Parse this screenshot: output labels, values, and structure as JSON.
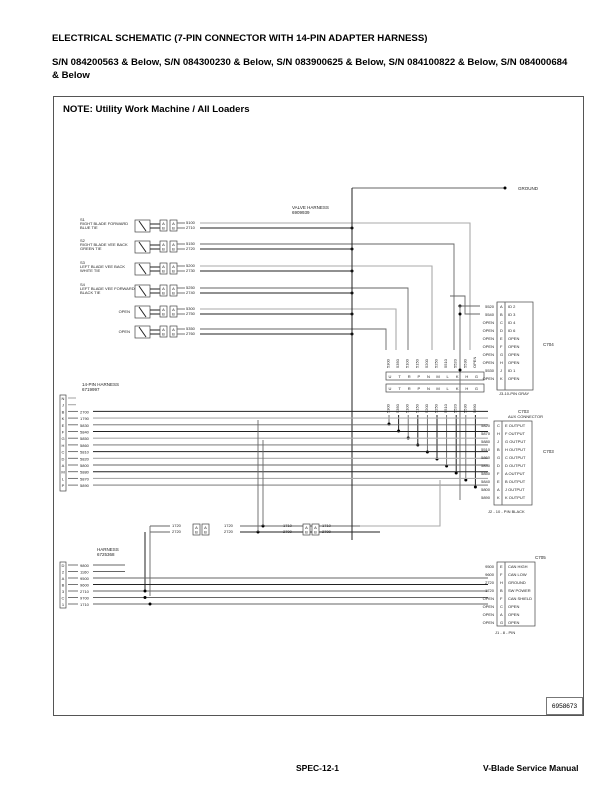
{
  "header": {
    "title": "ELECTRICAL SCHEMATIC (7-PIN CONNECTOR WITH 14-PIN ADAPTER HARNESS)",
    "serials": "S/N 084200563 & Below, S/N 084300230 & Below, S/N 083900625 & Below, S/N 084100822 & Below, S/N 084000684 & Below"
  },
  "note": "NOTE:  Utility Work Machine / All Loaders",
  "diagram": {
    "valve_harness": {
      "name": "VALVE  HARNESS",
      "part": "6909939"
    },
    "ground_label": "GROUND",
    "solenoids": [
      {
        "id": "S1",
        "desc": "RIGHT BLADE FORWARD",
        "tie": "BLUE TIE",
        "wires": [
          "5100",
          "2710"
        ]
      },
      {
        "id": "S2",
        "desc": "RIGHT BLADE VEE BACK",
        "tie": "GREEN TIE",
        "wires": [
          "5150",
          "2720"
        ]
      },
      {
        "id": "S3",
        "desc": "LEFT BLADE VEE BACK",
        "tie": "WHITE TIE",
        "wires": [
          "5200",
          "2730"
        ]
      },
      {
        "id": "S4",
        "desc": "LEFT BLADE VEE FORWARD",
        "tie": "BLACK TIE",
        "wires": [
          "5250",
          "2740"
        ]
      },
      {
        "id": "",
        "desc": "OPEN",
        "tie": "",
        "wires": [
          "5300",
          "2750"
        ]
      },
      {
        "id": "",
        "desc": "OPEN",
        "tie": "",
        "wires": [
          "5350",
          "2760"
        ]
      }
    ],
    "pin_ab": [
      "A",
      "B"
    ],
    "mid_connector": {
      "upper_labels": [
        "5300",
        "5350",
        "5100",
        "5150",
        "5200",
        "5250",
        "5510",
        "5520",
        "5530",
        "OPEN"
      ],
      "upper_pins": [
        "U",
        "T",
        "R",
        "P",
        "N",
        "M",
        "L",
        "K",
        "H",
        "G"
      ],
      "lower_pins": [
        "U",
        "T",
        "R",
        "P",
        "N",
        "M",
        "L",
        "K",
        "H",
        "G"
      ],
      "lower_labels": [
        "5300",
        "5350",
        "5100",
        "5150",
        "5200",
        "5250",
        "5510",
        "5520",
        "5530",
        "5890"
      ]
    },
    "c704": {
      "name": "C704",
      "footer": "J3-10-PIN GRAY",
      "rows": [
        {
          "wire": "5520",
          "pin": "A",
          "func": "ID 2"
        },
        {
          "wire": "5540",
          "pin": "B",
          "func": "ID 3"
        },
        {
          "wire": "OPEN",
          "pin": "C",
          "func": "ID 4"
        },
        {
          "wire": "OPEN",
          "pin": "D",
          "func": "ID 6"
        },
        {
          "wire": "OPEN",
          "pin": "E",
          "func": "OPEN"
        },
        {
          "wire": "OPEN",
          "pin": "F",
          "func": "OPEN"
        },
        {
          "wire": "OPEN",
          "pin": "G",
          "func": "OPEN"
        },
        {
          "wire": "OPEN",
          "pin": "H",
          "func": "OPEN"
        },
        {
          "wire": "5530",
          "pin": "J",
          "func": "ID 1"
        },
        {
          "wire": "OPEN",
          "pin": "K",
          "func": "OPEN"
        }
      ]
    },
    "c703": {
      "name": "C703",
      "title": "C703",
      "subtitle": "AUX CONNECTOR",
      "footer": "J2 - 10 - PIN BLACK",
      "rows": [
        {
          "wire": "5820",
          "pin": "C",
          "func": "E OUTPUT"
        },
        {
          "wire": "5870",
          "pin": "H",
          "func": "F OUTPUT"
        },
        {
          "wire": "5880",
          "pin": "J",
          "func": "G OUTPUT"
        },
        {
          "wire": "5510",
          "pin": "B",
          "func": "H OUTPUT"
        },
        {
          "wire": "5860",
          "pin": "G",
          "func": "C OUTPUT"
        },
        {
          "wire": "5830",
          "pin": "D",
          "func": "D OUTPUT"
        },
        {
          "wire": "5850",
          "pin": "F",
          "func": "A OUTPUT"
        },
        {
          "wire": "5840",
          "pin": "E",
          "func": "B OUTPUT"
        },
        {
          "wire": "5800",
          "pin": "A",
          "func": "J OUTPUT"
        },
        {
          "wire": "5890",
          "pin": "K",
          "func": "K OUTPUT"
        }
      ]
    },
    "harness14": {
      "name": "14-PIN  HARNESS",
      "part": "6719997",
      "rows": [
        {
          "pin": "N",
          "wire": ""
        },
        {
          "pin": "J",
          "wire": ""
        },
        {
          "pin": "B",
          "wire": "2700"
        },
        {
          "pin": "K",
          "wire": "1790"
        },
        {
          "pin": "E",
          "wire": "5830"
        },
        {
          "pin": "F",
          "wire": "5840"
        },
        {
          "pin": "G",
          "wire": "5850"
        },
        {
          "pin": "H",
          "wire": "5860"
        },
        {
          "pin": "C",
          "wire": "5810"
        },
        {
          "pin": "D",
          "wire": "5820"
        },
        {
          "pin": "A",
          "wire": "5800"
        },
        {
          "pin": "M",
          "wire": "5880"
        },
        {
          "pin": "L",
          "wire": "5870"
        },
        {
          "pin": "P",
          "wire": "5890"
        }
      ]
    },
    "inline1": {
      "left": [
        "1720",
        "2720"
      ],
      "right": [
        "1720",
        "2720"
      ]
    },
    "inline2": {
      "left": [
        "1710",
        "2700"
      ],
      "right": [
        "1710",
        "2700"
      ]
    },
    "harness": {
      "name": "HARNESS",
      "part": "6725368",
      "rows": [
        {
          "pin": "D",
          "wire": "9800"
        },
        {
          "pin": "2",
          "wire": "1160"
        },
        {
          "pin": "A",
          "wire": "9500"
        },
        {
          "pin": "B",
          "wire": "9600"
        },
        {
          "pin": "3",
          "wire": "2710"
        },
        {
          "pin": "C",
          "wire": "9700"
        },
        {
          "pin": "1",
          "wire": "1710"
        }
      ]
    },
    "c705": {
      "name": "C705",
      "footer": "J1 - 8 - PIN",
      "rows": [
        {
          "wire": "9500",
          "pin": "E",
          "func": "CAN HIGH"
        },
        {
          "wire": "9600",
          "pin": "F",
          "func": "CAN LOW"
        },
        {
          "wire": "2720",
          "pin": "H",
          "func": "GROUND"
        },
        {
          "wire": "1720",
          "pin": "B",
          "func": "SW POWER"
        },
        {
          "wire": "OPEN",
          "pin": "F",
          "func": "CAN SHIELD"
        },
        {
          "wire": "OPEN",
          "pin": "C",
          "func": "OPEN"
        },
        {
          "wire": "OPEN",
          "pin": "A",
          "func": "OPEN"
        },
        {
          "wire": "OPEN",
          "pin": "G",
          "func": "OPEN"
        }
      ]
    },
    "doc_number": "6958673"
  },
  "footer": {
    "page": "SPEC-12-1",
    "manual": "V-Blade Service Manual"
  }
}
